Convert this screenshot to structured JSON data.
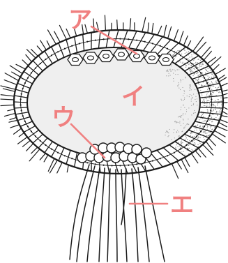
{
  "colors": {
    "line": "#1a1a1a",
    "label": "#f08080",
    "cavity": "#efefef",
    "cell_fill": "#ffffff",
    "stipple": "#888888"
  },
  "labels": {
    "a": "ア",
    "i": "イ",
    "u": "ウ",
    "e": "エ"
  }
}
